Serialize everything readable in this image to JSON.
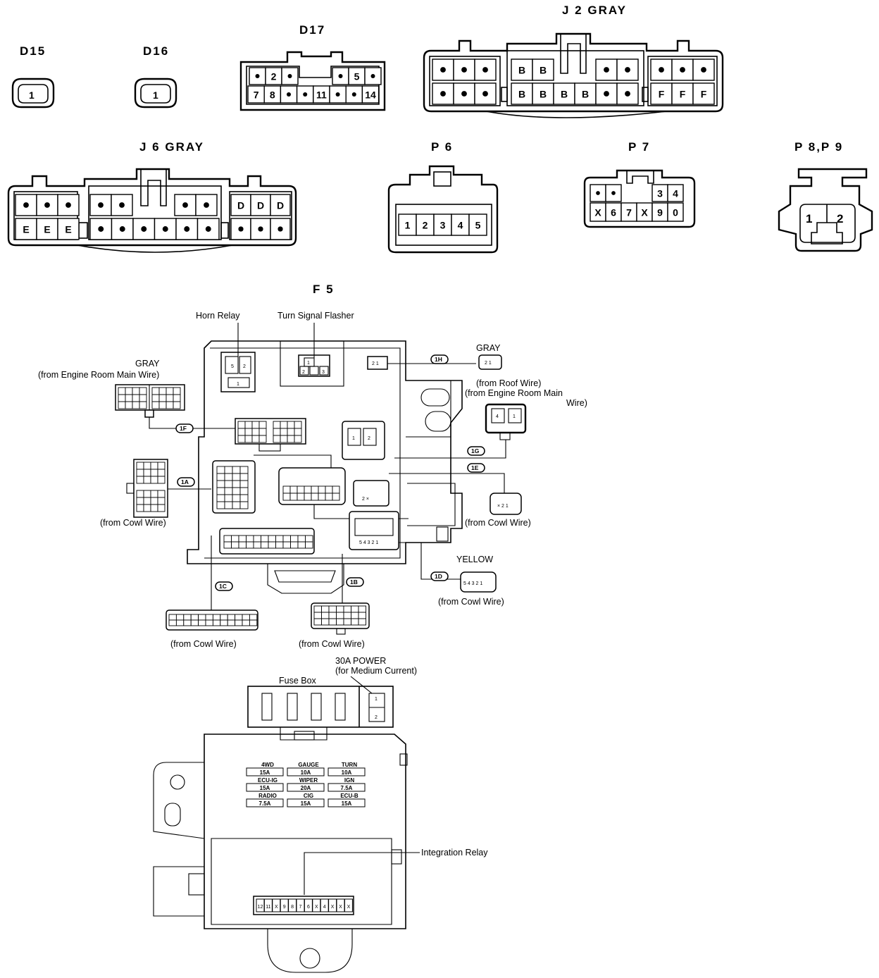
{
  "connectors": {
    "d15": {
      "title": "D15",
      "pins": [
        "1"
      ]
    },
    "d16": {
      "title": "D16",
      "pins": [
        "1"
      ]
    },
    "d17": {
      "title": "D17",
      "top": [
        "•",
        "2",
        "•",
        "",
        "",
        "•",
        "5",
        "•"
      ],
      "bottom": [
        "7",
        "8",
        "•",
        "•",
        "11",
        "•",
        "•",
        "14"
      ]
    },
    "j2": {
      "title": "J 2 GRAY",
      "left_top": [
        "•",
        "•",
        "•"
      ],
      "left_bottom": [
        "•",
        "•",
        "•"
      ],
      "mid_top": [
        "B",
        "B",
        "",
        "",
        "•",
        "•"
      ],
      "mid_bottom": [
        "B",
        "B",
        "B",
        "B",
        "•",
        "•"
      ],
      "right_top": [
        "•",
        "•",
        "•"
      ],
      "right_bottom": [
        "F",
        "F",
        "F"
      ]
    },
    "j6": {
      "title": "J 6 GRAY",
      "left_top": [
        "•",
        "•",
        "•"
      ],
      "left_bottom": [
        "E",
        "E",
        "E"
      ],
      "mid_top": [
        "•",
        "•",
        "",
        "",
        "•",
        "•"
      ],
      "mid_bottom": [
        "•",
        "•",
        "•",
        "•",
        "•",
        "•"
      ],
      "right_top": [
        "D",
        "D",
        "D"
      ],
      "right_bottom": [
        "•",
        "•",
        "•"
      ]
    },
    "p6": {
      "title": "P 6",
      "pins": [
        "1",
        "2",
        "3",
        "4",
        "5"
      ]
    },
    "p7": {
      "title": "P 7",
      "top": [
        "•",
        "•",
        "",
        "",
        "3",
        "4"
      ],
      "bottom": [
        "X",
        "6",
        "7",
        "X",
        "9",
        "0"
      ]
    },
    "p8p9": {
      "title": "P 8,P 9",
      "pins": [
        "1",
        "2"
      ]
    }
  },
  "f5": {
    "title": "F 5",
    "labels": {
      "horn_relay": "Horn Relay",
      "turn_signal_flasher": "Turn Signal Flasher",
      "gray_left": "GRAY",
      "from_engine_room_main_wire_left": "(from Engine Room Main Wire)",
      "gray_right": "GRAY",
      "from_roof_wire": "(from Roof Wire)",
      "from_engine_room_main_wire_right_1": "(from Engine Room Main",
      "from_engine_room_main_wire_right_2": "Wire)",
      "from_cowl_wire_left": "(from Cowl Wire)",
      "from_cowl_wire_right": "(from Cowl Wire)",
      "yellow": "YELLOW",
      "from_cowl_wire_yellow": "(from Cowl Wire)",
      "from_cowl_wire_bottom_left": "(from Cowl Wire)",
      "from_cowl_wire_bottom_right": "(from Cowl Wire)"
    },
    "tags": {
      "t1H": "1H",
      "t1F": "1F",
      "t1G": "1G",
      "t1A": "1A",
      "t1E": "1E",
      "t1D": "1D",
      "t1C": "1C",
      "t1B": "1B"
    }
  },
  "fusebox": {
    "power_label_1": "30A POWER",
    "power_label_2": "(for Medium Current)",
    "fuse_box_label": "Fuse Box",
    "power_pins": [
      "1",
      "2"
    ],
    "integration_relay_label": "Integration Relay",
    "fuses": [
      {
        "name": "4WD",
        "rating": "15A"
      },
      {
        "name": "GAUGE",
        "rating": "10A"
      },
      {
        "name": "TURN",
        "rating": "10A"
      },
      {
        "name": "ECU-IG",
        "rating": "15A"
      },
      {
        "name": "WIPER",
        "rating": "20A"
      },
      {
        "name": "IGN",
        "rating": "7.5A"
      },
      {
        "name": "RADIO",
        "rating": "7.5A"
      },
      {
        "name": "CIG",
        "rating": "15A"
      },
      {
        "name": "ECU-B",
        "rating": "15A"
      }
    ],
    "relay_pins": [
      "12",
      "11",
      "X",
      "9",
      "8",
      "7",
      "6",
      "X",
      "4",
      "X",
      "X",
      "X"
    ]
  }
}
